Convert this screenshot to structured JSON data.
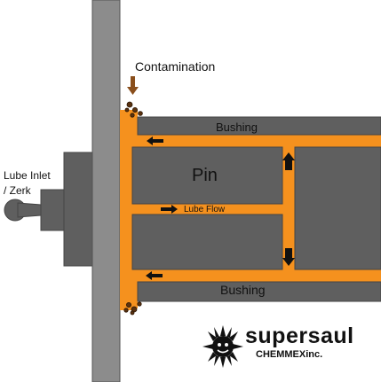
{
  "labels": {
    "contamination": "Contamination",
    "lube_inlet_line1": "Lube Inlet",
    "lube_inlet_line2": "/ Zerk",
    "bushing_top": "Bushing",
    "bushing_bottom": "Bushing",
    "pin": "Pin",
    "lube_flow": "Lube Flow"
  },
  "logo": {
    "name": "supersaul",
    "subtitle": "CHEMMEXinc."
  },
  "colors": {
    "steel": "#5f5f5f",
    "plate": "#8c8c8c",
    "lube": "#f5911e",
    "arrow": "#111111",
    "contamination": "#5a3210"
  }
}
